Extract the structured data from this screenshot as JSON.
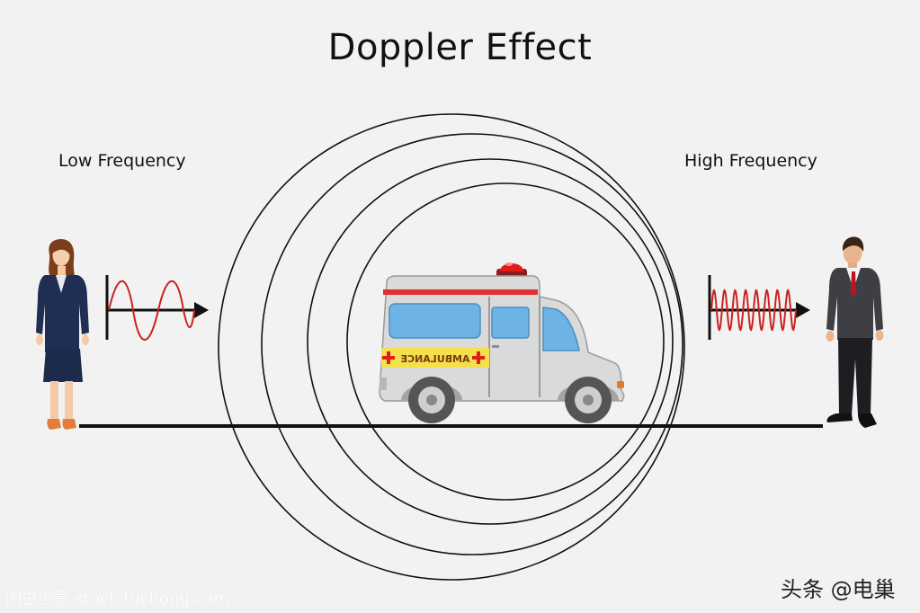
{
  "title": "Doppler Effect",
  "labels": {
    "low": "Low Frequency",
    "high": "High Frequency"
  },
  "vehicle": {
    "sign": "AMBULANCE"
  },
  "watermark": "图虫创意 stock.tuchong.com",
  "credit": "头条 @电巢",
  "colors": {
    "background": "#f2f2f2",
    "wave": "#cc2222",
    "lines": "#111111",
    "van_body": "#d9d9d9",
    "van_window": "#6db3e6",
    "siren": "#e21b1b",
    "sign_band": "#f3e04a"
  }
}
